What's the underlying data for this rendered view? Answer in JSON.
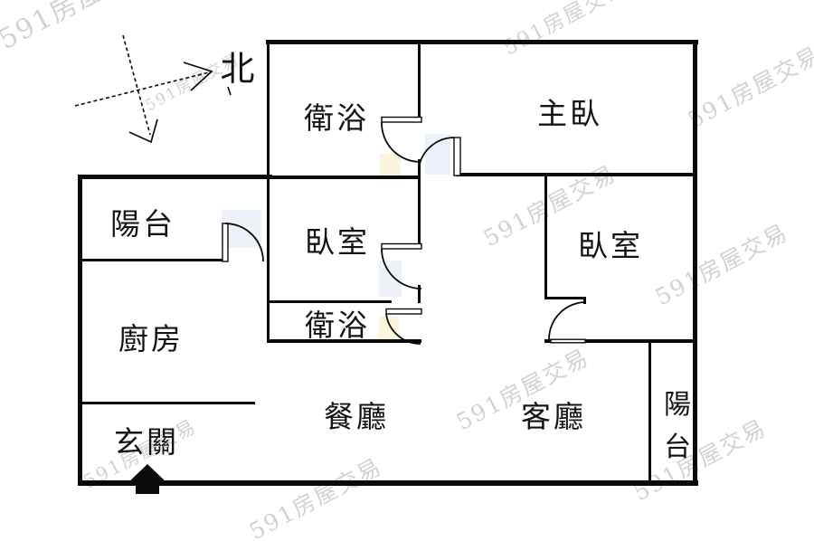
{
  "compass": {
    "north_label": "北"
  },
  "rooms": {
    "bath_top": {
      "label": "衛浴"
    },
    "master_bedroom": {
      "label": "主臥"
    },
    "balcony_left": {
      "label": "陽台"
    },
    "bedroom_center": {
      "label": "臥室"
    },
    "bedroom_right": {
      "label": "臥室"
    },
    "kitchen": {
      "label": "廚房"
    },
    "bath_lower": {
      "label": "衛浴"
    },
    "dining": {
      "label": "餐廳"
    },
    "living": {
      "label": "客廳"
    },
    "foyer": {
      "label": "玄關"
    },
    "balcony_right": {
      "label": "陽台",
      "chars": [
        "陽",
        "台"
      ]
    }
  },
  "watermark": {
    "text": "591房屋交易",
    "color": "#d2d2d2"
  },
  "colors": {
    "wall": "#0a0a0a",
    "background": "#ffffff",
    "patch_yellow": "#f8efc6",
    "patch_blue": "#dfeaf3"
  }
}
